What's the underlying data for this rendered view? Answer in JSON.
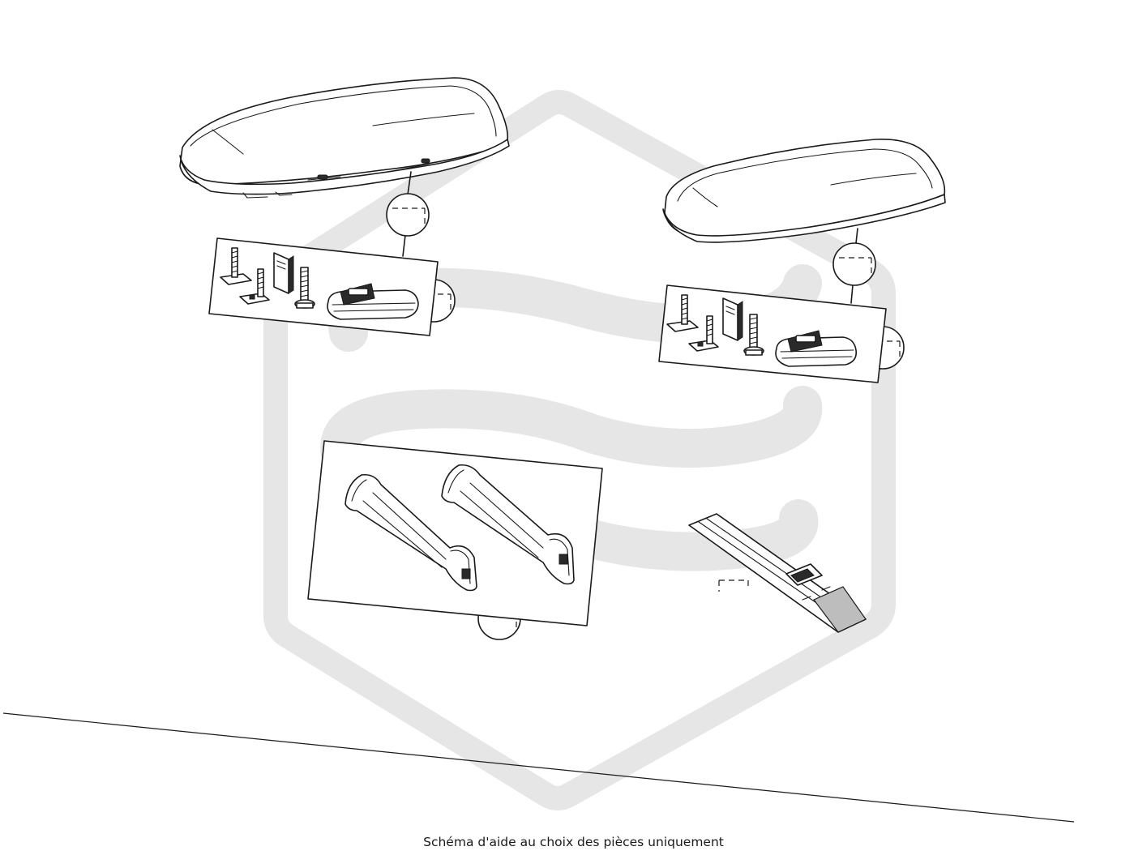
{
  "caption": "Schéma d'aide au choix des pièces uniquement",
  "watermark": {
    "icon": "brand-hexagon-wave-logo",
    "color": "#e6e6e6"
  },
  "colors": {
    "ink": "#1a1a1a",
    "background": "#ffffff"
  },
  "parts": [
    {
      "id": "roof-box-large",
      "icon": "roof-box-icon"
    },
    {
      "id": "roof-box-small",
      "icon": "roof-box-icon"
    },
    {
      "id": "fitting-kit-large",
      "icon": "fitting-kit-icon"
    },
    {
      "id": "fitting-kit-small",
      "icon": "fitting-kit-icon"
    },
    {
      "id": "roof-bars",
      "icon": "roof-bar-icon"
    },
    {
      "id": "adapter-strap",
      "icon": "strap-icon"
    }
  ]
}
